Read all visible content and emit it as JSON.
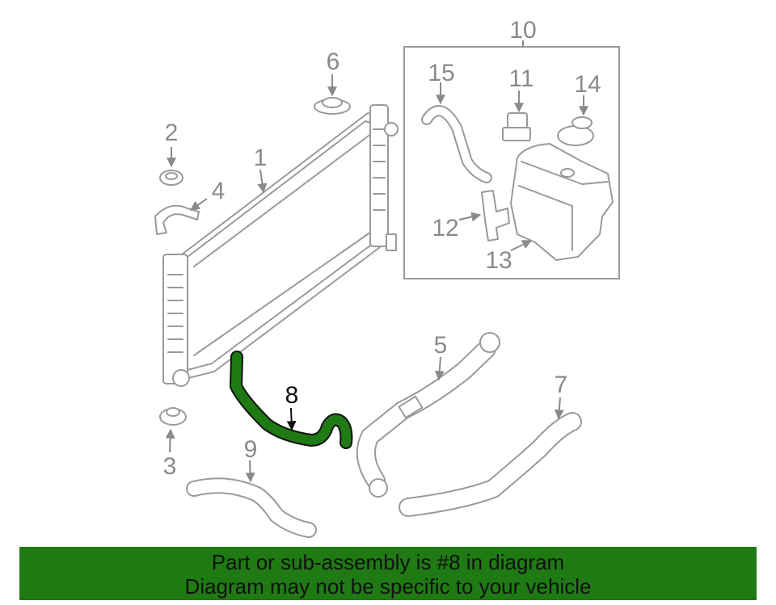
{
  "callouts": {
    "c1": "1",
    "c2": "2",
    "c3": "3",
    "c4": "4",
    "c5": "5",
    "c6": "6",
    "c7": "7",
    "c8": "8",
    "c9": "9",
    "c10": "10",
    "c11": "11",
    "c12": "12",
    "c13": "13",
    "c14": "14",
    "c15": "15"
  },
  "banner": {
    "line1": "Part or sub-assembly is #8 in diagram",
    "line2": "Diagram may not be specific to your vehicle"
  },
  "colors": {
    "highlight_hose": "#1f7a14",
    "banner_bg": "#1f7a14",
    "line_art": "#9a9a9a",
    "highlight_label": "#111111"
  }
}
